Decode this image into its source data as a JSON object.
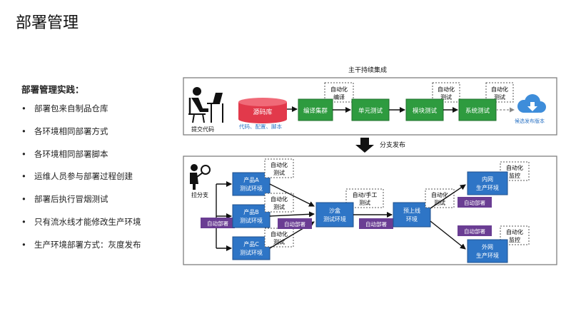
{
  "page_title": "部署管理",
  "practice": {
    "title": "部署管理实践：",
    "items": [
      "部署包来自制品仓库",
      "各环境相同部署方式",
      "各环境相同部署脚本",
      "运维人员参与部署过程创建",
      "部署后执行冒烟测试",
      "只有流水线才能修改生产环境",
      "生产环境部署方式：灰度发布"
    ]
  },
  "diagram": {
    "top_caption": "主干持续集成",
    "branch_caption": "分支发布",
    "ci": {
      "commit_label": "提交代码",
      "repo_label": "源码库",
      "repo_sub": "代码、配置、脚本",
      "compile": "编译集群",
      "unit_test": "单元测试",
      "module_test": "模块测试",
      "system_test": "系统测试",
      "auto_compile_1": "自动化",
      "auto_compile_2": "编译",
      "auto_test_a_1": "自动化",
      "auto_test_a_2": "测试",
      "auto_test_b_1": "自动化",
      "auto_test_b_2": "测试",
      "release_candidate": "候选发布版本"
    },
    "cd": {
      "pull_branch": "拉分支",
      "deploy_tag": "自动部署",
      "env_a_1": "产品A",
      "env_a_2": "测试环境",
      "env_b_1": "产品B",
      "env_b_2": "测试环境",
      "env_c_1": "产品C",
      "env_c_2": "测试环境",
      "sandbox_1": "沙盒",
      "sandbox_2": "测试环境",
      "preprod_1": "预上线",
      "preprod_2": "环境",
      "intranet_1": "内网",
      "intranet_2": "生产环境",
      "extranet_1": "外网",
      "extranet_2": "生产环境",
      "auto_test_1": "自动化",
      "auto_test_2": "测试",
      "auto_manual_1": "自动/手工",
      "auto_manual_2": "测试",
      "auto_monitor_1": "自动化",
      "auto_monitor_2": "监控"
    }
  },
  "colors": {
    "green": "#2E9B3F",
    "blue": "#2E75C6",
    "purple": "#6A3D93",
    "red": "#E2394B",
    "cloud": "#3E8DDA"
  }
}
